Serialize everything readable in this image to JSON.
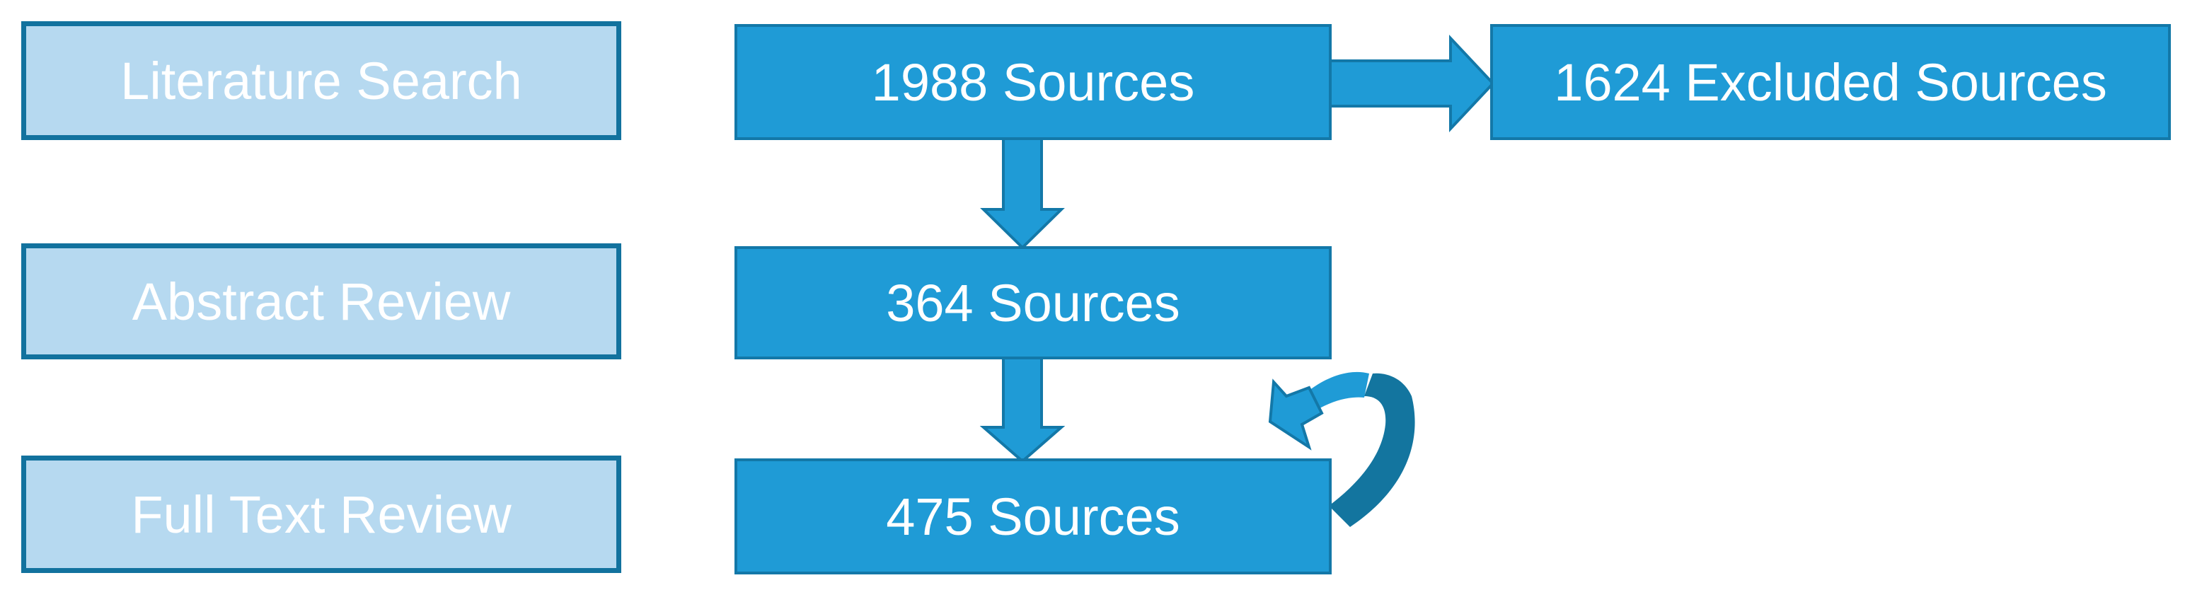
{
  "stages": {
    "literature_search": "Literature Search",
    "abstract_review": "Abstract Review",
    "full_text_review": "Full Text Review"
  },
  "counts": {
    "search_sources": "1988 Sources",
    "excluded_sources": "1624 Excluded Sources",
    "abstract_sources": "364 Sources",
    "full_text_sources": "475 Sources"
  },
  "colors": {
    "stage_fill": "#b6d9f0",
    "stage_border": "#12729e",
    "count_fill": "#1f9bd6",
    "count_border": "#1378a8",
    "curved_arrow_dark": "#13759f"
  }
}
